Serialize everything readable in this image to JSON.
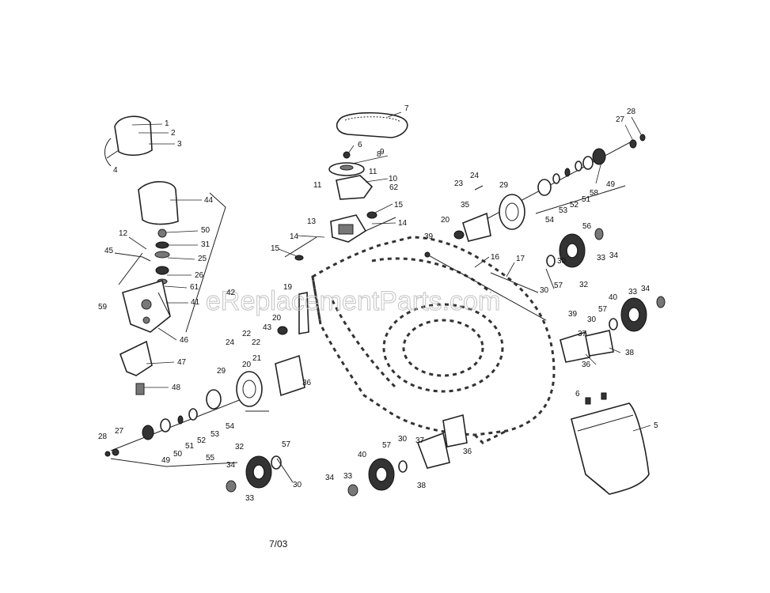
{
  "watermark": "eReplacementParts.com",
  "date_code": "7/03",
  "callouts": {
    "c1": "1",
    "c2": "2",
    "c3": "3",
    "c4": "4",
    "c5": "5",
    "c6": "6",
    "c7": "7",
    "c8": "8",
    "c9": "9",
    "c10": "10",
    "c11a": "11",
    "c11b": "11",
    "c12": "12",
    "c13": "13",
    "c14a": "14",
    "c14b": "14",
    "c15a": "15",
    "c15b": "15",
    "c16": "16",
    "c17": "17",
    "c19": "19",
    "c20a": "20",
    "c20b": "20",
    "c21": "21",
    "c22a": "22",
    "c22b": "22",
    "c23": "23",
    "c24a": "24",
    "c24b": "24",
    "c25": "25",
    "c26": "26",
    "c27a": "27",
    "c27b": "27",
    "c28a": "28",
    "c28b": "28",
    "c29a": "29",
    "c29b": "29",
    "c30a": "30",
    "c30b": "30",
    "c30c": "30",
    "c30d": "30",
    "c30e": "30",
    "c31": "31",
    "c32a": "32",
    "c32b": "32",
    "c33a": "33",
    "c33b": "33",
    "c33c": "33",
    "c33d": "33",
    "c34a": "34",
    "c34b": "34",
    "c34c": "34",
    "c34d": "34",
    "c35": "35",
    "c36a": "36",
    "c36b": "36",
    "c36c": "36",
    "c37a": "37",
    "c37b": "37",
    "c38a": "38",
    "c38b": "38",
    "c39a": "39",
    "c39b": "39",
    "c40a": "40",
    "c40b": "40",
    "c41": "41",
    "c42": "42",
    "c43": "43",
    "c44": "44",
    "c45": "45",
    "c46": "46",
    "c47": "47",
    "c48": "48",
    "c49a": "49",
    "c49b": "49",
    "c50a": "50",
    "c50b": "50",
    "c51a": "51",
    "c51b": "51",
    "c52a": "52",
    "c52b": "52",
    "c53a": "53",
    "c53b": "53",
    "c54a": "54",
    "c54b": "54",
    "c55": "55",
    "c56": "56",
    "c57a": "57",
    "c57b": "57",
    "c57c": "57",
    "c57d": "57",
    "c58": "58",
    "c59": "59",
    "c61": "61",
    "c62": "62",
    "c6b": "6",
    "c20c": "20"
  }
}
